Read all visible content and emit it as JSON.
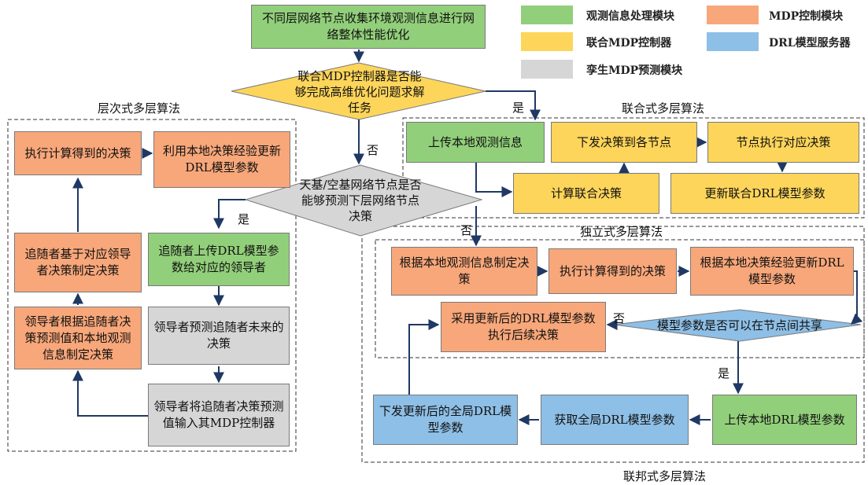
{
  "legend": {
    "items": [
      {
        "label": "观测信息处理模块",
        "color": "#92cf7a"
      },
      {
        "label": "MDP控制模块",
        "color": "#f8a77a"
      },
      {
        "label": "联合MDP控制器",
        "color": "#fdd55a"
      },
      {
        "label": "DRL模型服务器",
        "color": "#8ebfe6"
      },
      {
        "label": "孪生MDP预测模块",
        "color": "#d6d6d6"
      }
    ]
  },
  "groups": {
    "hierarchical": "层次式多层算法",
    "joint": "联合式多层算法",
    "independent": "独立式多层算法",
    "federated": "联邦式多层算法"
  },
  "nodes": {
    "start": "不同层网络节点收集环境观测信息进行网络整体性能优化",
    "decision1": "联合MDP控制器是否能够完成高维优化问题求解任务",
    "decision2": "天基/空基网络节点是否能够预测下层网络节点决策",
    "decision3": "模型参数是否可以在节点间共享",
    "exec_decision": "执行计算得到的决策",
    "update_local_drl": "利用本地决策经验更新DRL模型参数",
    "follower_decide": "追随者基于对应领导者决策制定决策",
    "follower_upload": "追随者上传DRL模型参数给对应的领导者",
    "leader_predict": "领导者预测追随者未来的决策",
    "leader_decide": "领导者根据追随者决策预测值和本地观测信息制定决策",
    "leader_input": "领导者将追随者决策预测值输入其MDP控制器",
    "upload_obs": "上传本地观测信息",
    "dispatch": "下发决策到各节点",
    "node_exec": "节点执行对应决策",
    "calc_joint": "计算联合决策",
    "update_joint": "更新联合DRL模型参数",
    "local_decide": "根据本地观测信息制定决策",
    "exec_decision2": "执行计算得到的决策",
    "update_local_drl2": "根据本地决策经验更新DRL模型参数",
    "use_updated": "采用更新后的DRL模型参数执行后续决策",
    "upload_drl": "上传本地DRL模型参数",
    "get_global": "获取全局DRL模型参数",
    "dispatch_global": "下发更新后的全局DRL模型参数"
  },
  "labels": {
    "yes1": "是",
    "no1": "否",
    "yes2": "是",
    "no2": "否",
    "yes3": "是",
    "no3": "否"
  }
}
